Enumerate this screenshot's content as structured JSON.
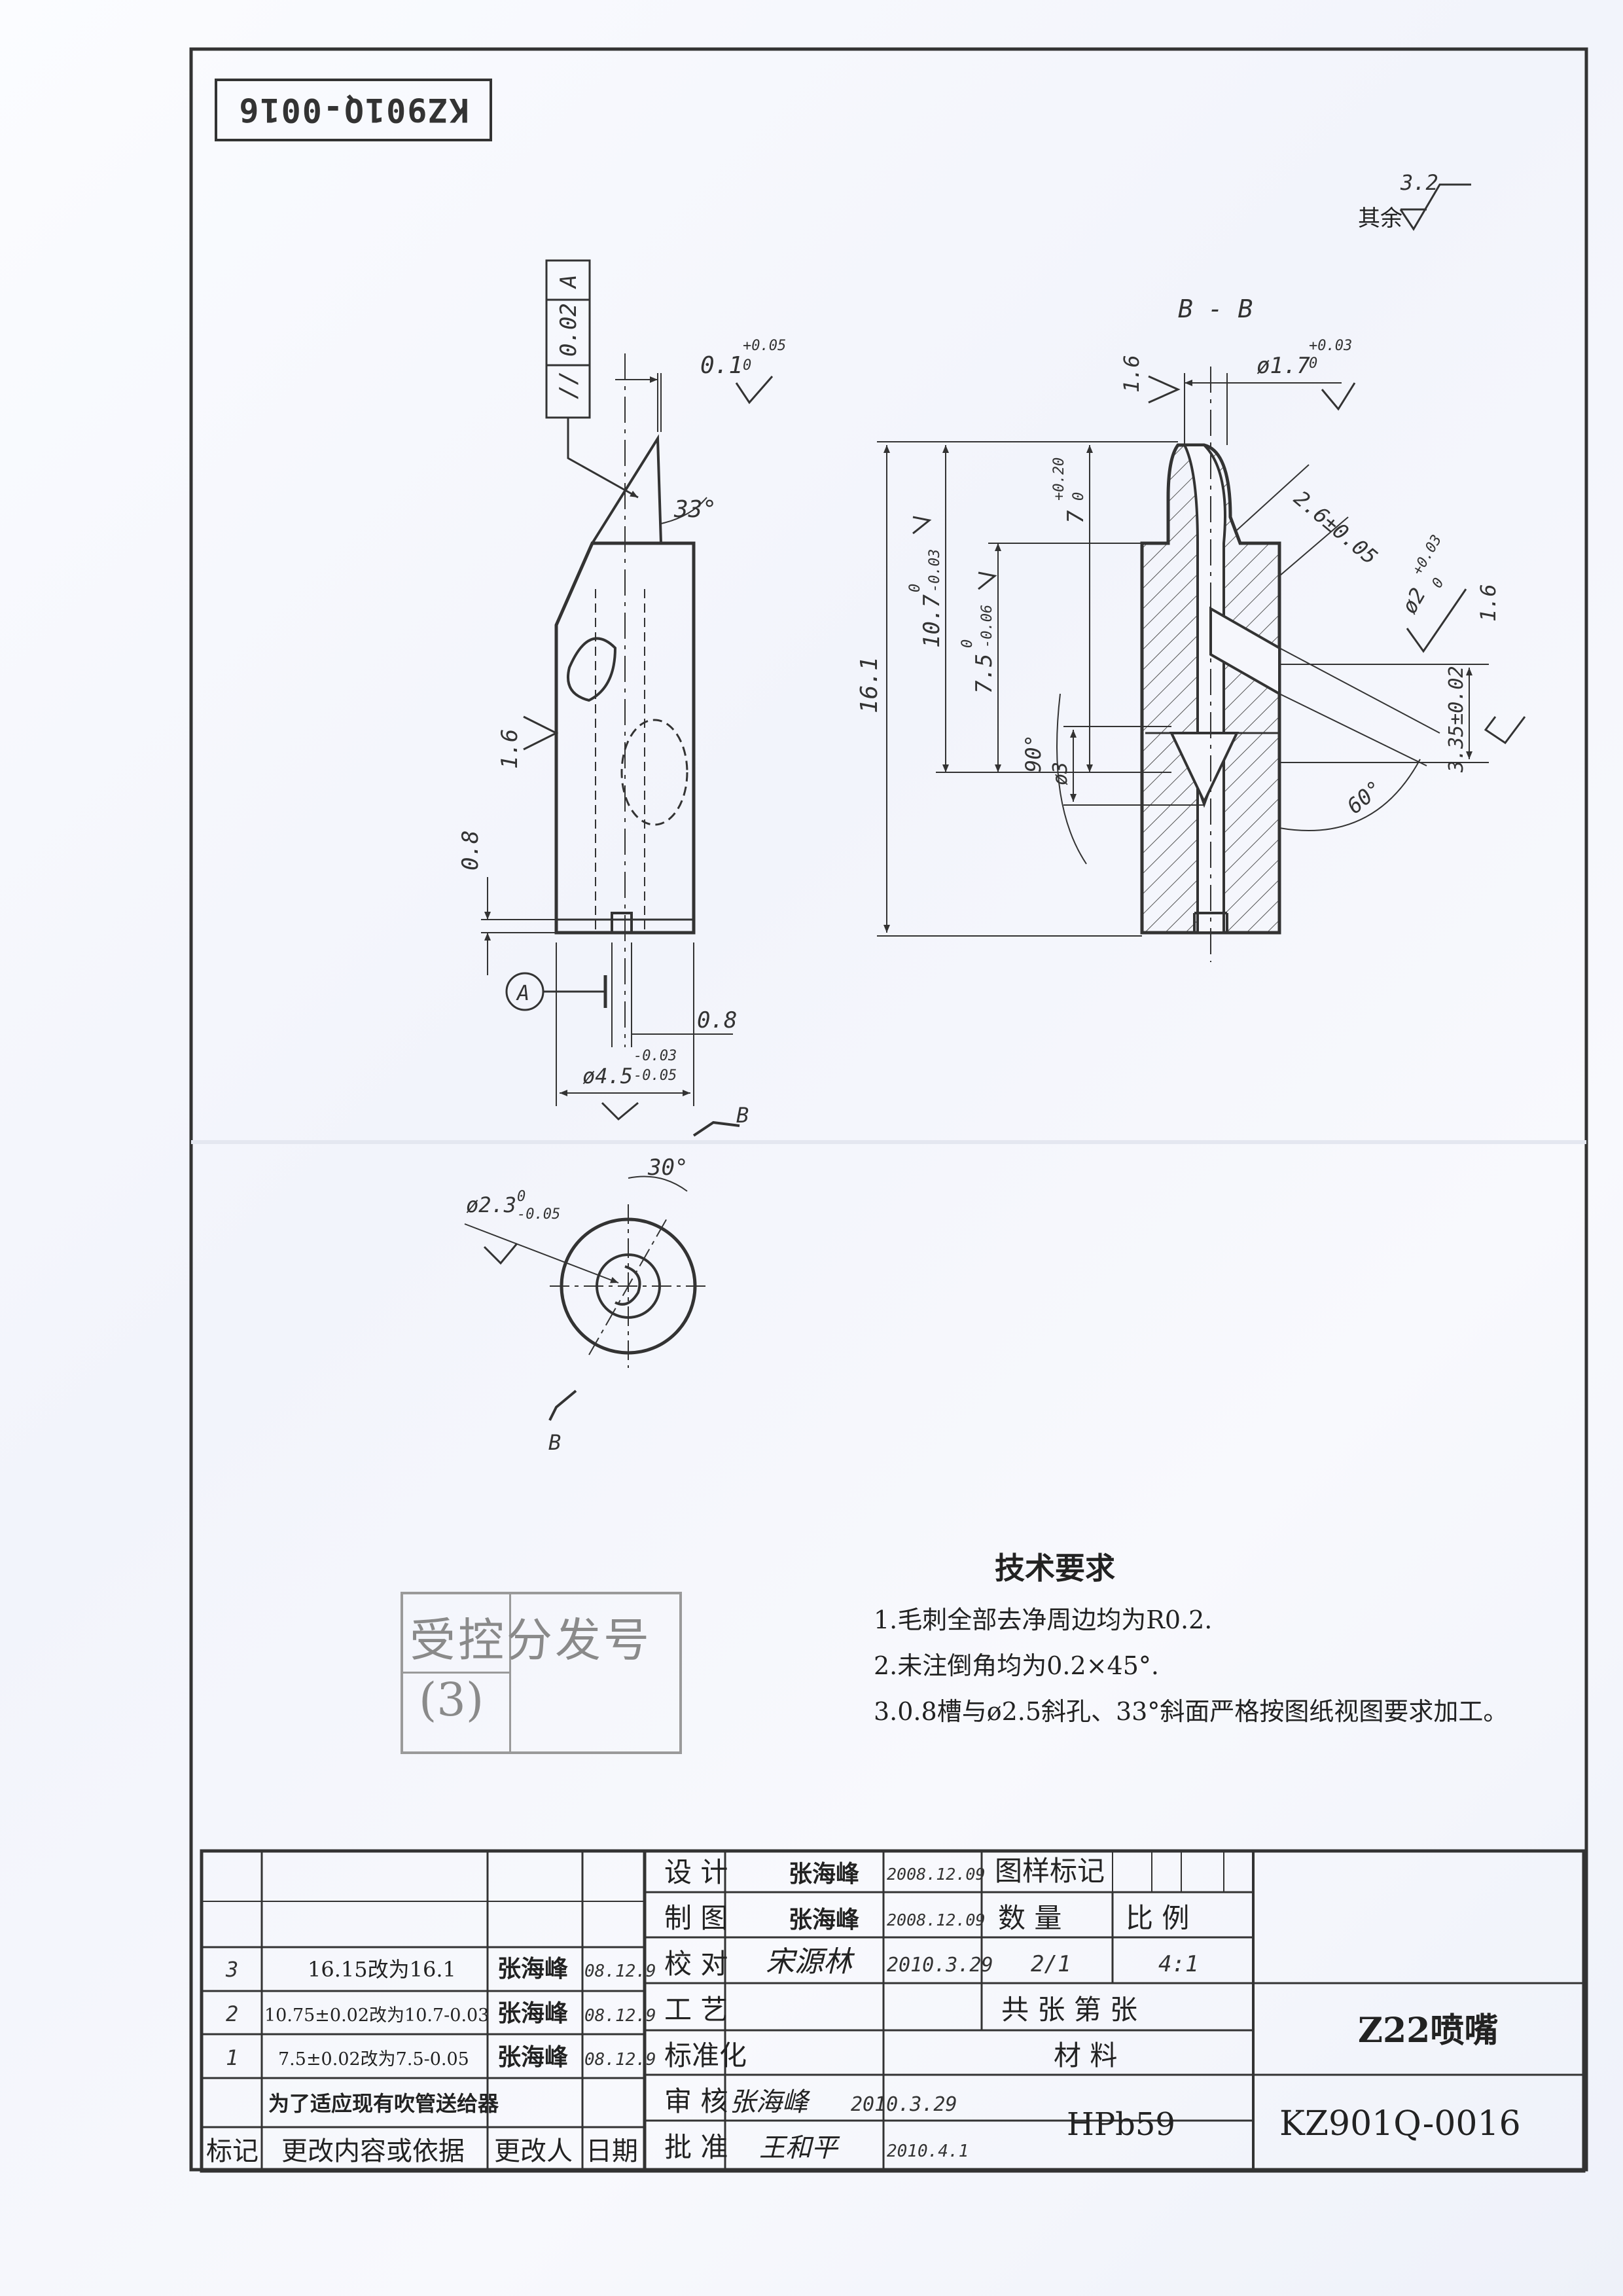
{
  "drawing_number": "KZ901Q-0016",
  "drawing_number_top": "KZ901Q-0016",
  "roughness_general": {
    "prefix": "其余",
    "value": "3.2"
  },
  "section_label": "B - B",
  "view_marker_b": "B",
  "datum_a": "A",
  "tolerance_frame": {
    "symbol": "//",
    "value": "0.02",
    "datum": "A"
  },
  "dimensions": {
    "d_slot_top": {
      "nominal": "0.1",
      "upper": "+0.05",
      "lower": "0"
    },
    "angle_33": "33°",
    "ra_16_left": "1.6",
    "d_08_left": "0.8",
    "d_08_bottom": "0.8",
    "d_phi45": {
      "nominal": "ø4.5",
      "upper": "-0.03",
      "lower": "-0.05"
    },
    "angle_30": "30°",
    "d_phi23": {
      "nominal": "ø2.3",
      "upper": "0",
      "lower": "-0.05"
    },
    "ra_16_bb": "1.6",
    "d_phi17": {
      "nominal": "ø1.7",
      "upper": "+0.03",
      "lower": "0"
    },
    "d_7": {
      "nominal": "7",
      "upper": "+0.20",
      "lower": "0"
    },
    "d_107": {
      "nominal": "10.7",
      "upper": "0",
      "lower": "-0.03"
    },
    "d_75": {
      "nominal": "7.5",
      "upper": "0",
      "lower": "-0.06"
    },
    "d_161": "16.1",
    "d_26": "2.6±0.05",
    "d_phi2": {
      "nominal": "ø2",
      "upper": "+0.03",
      "lower": "0"
    },
    "ra_16_right": "1.6",
    "d_335": "3.35±0.02",
    "angle_90": "90°",
    "d_phi3": "ø3",
    "angle_60": "60°"
  },
  "tech_requirements": {
    "title": "技术要求",
    "items": [
      "1.毛刺全部去净周边均为R0.2.",
      "2.未注倒角均为0.2×45°.",
      "3.0.8槽与ø2.5斜孔、33°斜面严格按图纸视图要求加工。"
    ]
  },
  "stamp": {
    "text": "受控分发号",
    "number": "(3)"
  },
  "revisions": {
    "rows": [
      {
        "mark": "3",
        "content": "16.15改为16.1",
        "person": "张海峰",
        "date": "08.12.9"
      },
      {
        "mark": "2",
        "content": "10.75±0.02改为10.7-0.03",
        "person": "张海峰",
        "date": "08.12.9"
      },
      {
        "mark": "1",
        "content": "7.5±0.02改为7.5-0.05",
        "person": "张海峰",
        "date": "08.12.9"
      }
    ],
    "basis_note": "为了适应现有吹管送给器",
    "headers": {
      "mark": "标记",
      "content": "更改内容或依据",
      "person": "更改人",
      "date": "日期"
    }
  },
  "title_block": {
    "design_label": "设 计",
    "design_name": "张海峰",
    "design_date": "2008.12.09",
    "draw_label": "制 图",
    "draw_name": "张海峰",
    "draw_date": "2008.12.09",
    "check_label": "校 对",
    "check_sig": "宋源林",
    "check_date": "2010.3.29",
    "process_label": "工 艺",
    "std_label": "标准化",
    "review_label": "审 核",
    "review_sig": "张海峰",
    "review_date": "2010.3.29",
    "approve_label": "批 准",
    "approve_sig": "王和平",
    "approve_date": "2010.4.1",
    "pattern_mark": "图样标记",
    "qty_label": "数 量",
    "scale_label": "比 例",
    "qty": "2/1",
    "scale": "4:1",
    "sheets": "共 张 第 张",
    "material_label": "材 料",
    "material": "HPb59",
    "part_name": "Z22喷嘴",
    "drawing_no": "KZ901Q-0016"
  }
}
